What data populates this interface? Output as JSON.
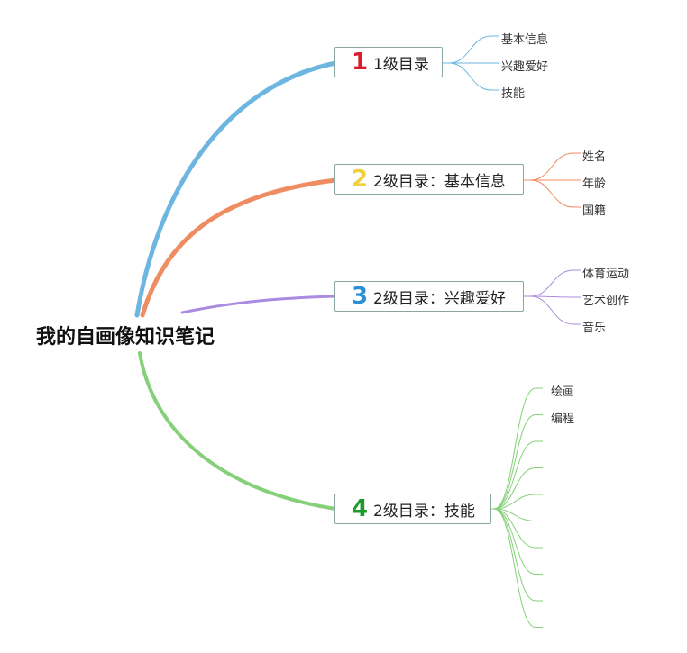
{
  "root": {
    "title": "我的自画像知识笔记"
  },
  "branches": [
    {
      "badge": "1",
      "label": "1级目录",
      "color": "#6cb6e0",
      "badge_color": "#d81e2c",
      "leaves": [
        "基本信息",
        "兴趣爱好",
        "技能"
      ]
    },
    {
      "badge": "2",
      "label": "2级目录：基本信息",
      "color": "#f08c62",
      "badge_color": "#f2d03b",
      "leaves": [
        "姓名",
        "年龄",
        "国籍"
      ]
    },
    {
      "badge": "3",
      "label": "2级目录：兴趣爱好",
      "color": "#a98ce0",
      "badge_color": "#2a8fd6",
      "leaves": [
        "体育运动",
        "艺术创作",
        "音乐"
      ]
    },
    {
      "badge": "4",
      "label": "2级目录：技能",
      "color": "#86d07a",
      "badge_color": "#1e9a2a",
      "leaves": [
        "绘画",
        "编程"
      ],
      "empty_leaf_count": 8
    }
  ]
}
